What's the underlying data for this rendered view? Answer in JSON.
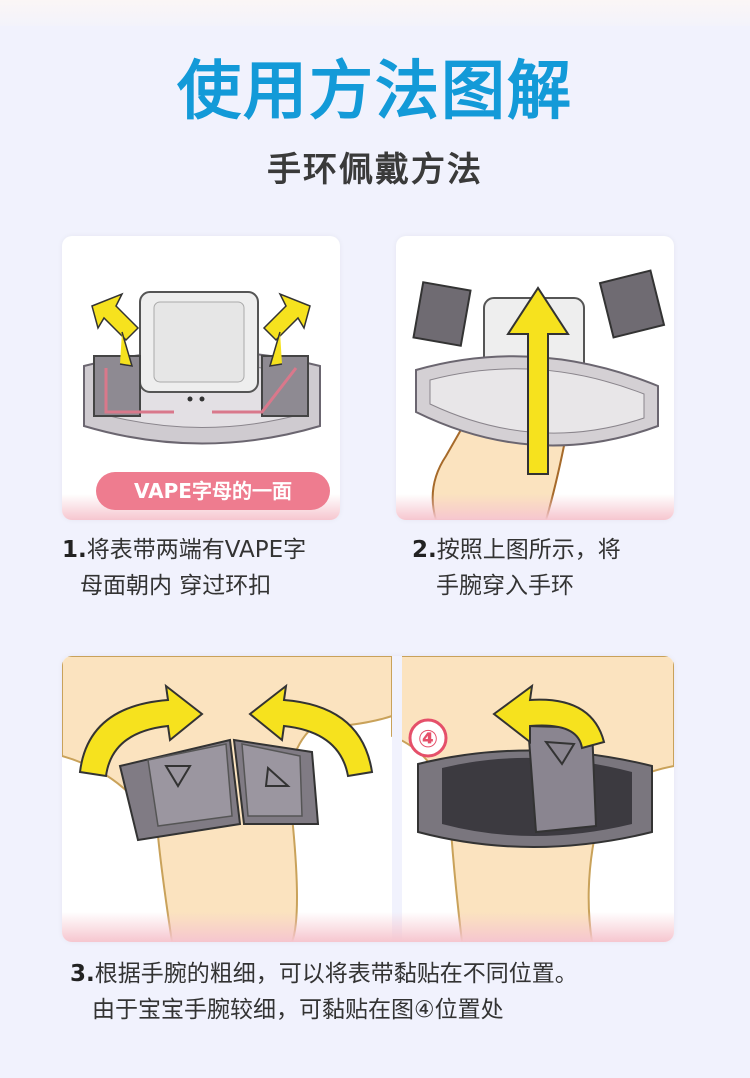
{
  "header": {
    "title": "使用方法图解",
    "subtitle": "手环佩戴方法"
  },
  "illustration_1": {
    "badge_label": "VAPE字母的一面"
  },
  "illustration_3": {
    "marker": "④"
  },
  "steps": [
    {
      "number": "1.",
      "line1": "将表带两端有VAPE字",
      "line2": "母面朝内 穿过环扣"
    },
    {
      "number": "2.",
      "line1": "按照上图所示，将",
      "line2": "手腕穿入手环"
    },
    {
      "number": "3.",
      "line1": "根据手腕的粗细，可以将表带黏贴在不同位置。",
      "line2": "由于宝宝手腕较细，可黏贴在图④位置处"
    }
  ],
  "colors": {
    "title": "#139ad8",
    "arrow_yellow": "#f6e21e",
    "badge_pink": "#ee7c8f",
    "card_edge_pink": "#f6c6cf",
    "skin": "#fbe3bf",
    "strap_gray": "#b7b3b7"
  }
}
